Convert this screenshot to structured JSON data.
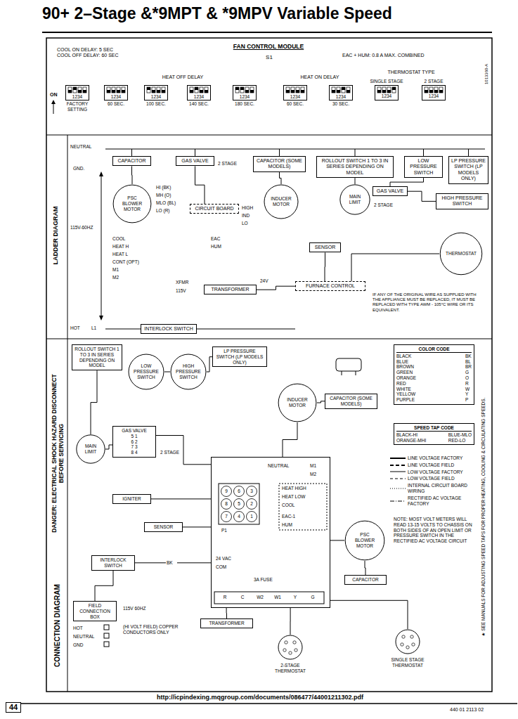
{
  "diagram": {
    "title": "90+ 2–Stage &*9MPT & *9MPV Variable Speed",
    "caption": "http://icpindexing.mqgroup.com/documents/086477/44001211302.pdf",
    "nodes": [
      {
        "text": [
          "FAN CONTROL MODULE",
          "S1",
          "COOL ON DELAY: 5 SEC COOL OFF DELAY: 60 SEC",
          "EAC + HUM: 0.8 A MAX. COMBINED"
        ]
      },
      {
        "text": [
          "1234",
          "FACTORY SETTING"
        ],
        "in": 0
      },
      {
        "text": [
          "1234",
          "60 SEC."
        ],
        "in": 0
      },
      {
        "text": [
          "1234",
          "100 SEC."
        ],
        "in": 0
      },
      {
        "text": [
          "1234",
          "140 SEC."
        ],
        "in": 0
      },
      {
        "text": [
          "1234",
          "180 SEC."
        ],
        "in": 0
      },
      {
        "text": [
          "1234",
          "60 SEC."
        ],
        "in": 0
      },
      {
        "text": [
          "1234",
          "30 SEC."
        ],
        "in": 0
      },
      {
        "text": [
          "SINGLE STAGE",
          "1234"
        ],
        "in": 0
      },
      {
        "text": [
          "2 STAGE",
          "1234"
        ],
        "in": 0
      },
      {
        "text": [
          "CAPACITOR"
        ]
      },
      {
        "text": [
          "GAS VALVE"
        ]
      },
      {
        "text": [
          "CAPACITOR (SOME MODELS)"
        ]
      },
      {
        "text": [
          "ROLLOUT SWITCH 1 TO 3 IN SERIES DEPENDING ON MODEL"
        ]
      },
      {
        "text": [
          "LOW PRESSURE SWITCH"
        ]
      },
      {
        "text": [
          "LP PRESSURE SWITCH (LP MODELS ONLY)"
        ]
      },
      {
        "text": [
          "PSC BLOWER MOTOR"
        ]
      },
      {
        "text": [
          "CIRCUIT BOARD"
        ]
      },
      {
        "text": [
          "INDUCER MOTOR"
        ]
      },
      {
        "text": [
          "MAIN LIMIT"
        ]
      },
      {
        "text": [
          "GAS VALVE"
        ]
      },
      {
        "text": [
          "HIGH PRESSURE SWITCH"
        ]
      },
      {
        "text": [
          "SENSOR"
        ]
      },
      {
        "text": [
          "THERMOSTAT"
        ]
      },
      {
        "text": [
          "TRANSFORMER"
        ]
      },
      {
        "text": [
          "FURNACE CONTROL"
        ]
      },
      {
        "text": [
          "INTERLOCK SWITCH"
        ]
      },
      {
        "text": [
          "ROLLOUT SWITCH 1 TO 3 IN SERIES DEPENDING ON MODEL"
        ]
      },
      {
        "text": [
          "LOW PRESSURE SWITCH"
        ]
      },
      {
        "text": [
          "HIGH PRESSURE SWITCH"
        ]
      },
      {
        "text": [
          "LP PRESSURE SWITCH (LP MODELS ONLY)"
        ]
      },
      {
        "text": [
          "INDUCER MOTOR"
        ]
      },
      {
        "text": [
          "CAPACITOR (SOME MODELS)"
        ]
      },
      {
        "text": [
          "COLOR CODE",
          "BLACK",
          "BK",
          "BLUE",
          "BL",
          "BROWN",
          "BR",
          "GREEN",
          "G",
          "ORANGE",
          "O",
          "RED",
          "R",
          "WHITE",
          "W",
          "YELLOW",
          "Y",
          "PURPLE",
          "P"
        ]
      },
      {
        "text": [
          "MAIN LIMIT"
        ]
      },
      {
        "text": [
          "GAS VALVE",
          "5 1",
          "6 2",
          "7 3",
          "8 4"
        ]
      },
      {
        "text": [
          "P1",
          "9",
          "6",
          "3",
          "8",
          "5",
          "2",
          "7",
          "4",
          "1",
          "NEUTRAL",
          "M1",
          "M2",
          "HEAT HIGH",
          "HEAT LOW",
          "COOL",
          "EAC-1",
          "HUM",
          "3A FUSE",
          "24 VAC",
          "COM",
          "R",
          "C",
          "W2",
          "W1",
          "Y",
          "G"
        ]
      },
      {
        "text": [
          "SPEED TAP CODE",
          "BLACK-HI",
          "BLUE-MLO",
          "ORANGE-MHI",
          "RED-LO"
        ]
      },
      {
        "text": [
          "IGNITER"
        ]
      },
      {
        "text": [
          "SENSOR"
        ]
      },
      {
        "text": [
          "PSC BLOWER MOTOR"
        ]
      },
      {
        "text": [
          "INTERLOCK SWITCH"
        ]
      },
      {
        "text": [
          "CAPACITOR"
        ]
      },
      {
        "text": [
          "FIELD CONNECTION BOX"
        ]
      },
      {
        "text": [
          "TRANSFORMER"
        ]
      },
      {
        "text": [
          "2-STAGE THERMOSTAT"
        ]
      },
      {
        "text": [
          "SINGLE STAGE THERMOSTAT"
        ]
      }
    ],
    "edges": [
      {
        "from": 10,
        "to": 16,
        "arrow": "none"
      },
      {
        "from": 11,
        "to": 17,
        "arrow": "none"
      },
      {
        "from": 18,
        "to": 12,
        "arrow": "none"
      },
      {
        "from": 13,
        "to": 19,
        "arrow": "none"
      },
      {
        "from": 14,
        "to": 20,
        "arrow": "none"
      },
      {
        "from": 20,
        "to": 21,
        "arrow": "none"
      },
      {
        "from": 24,
        "to": 25,
        "arrow": "none"
      },
      {
        "from": 25,
        "to": 23,
        "arrow": "none"
      },
      {
        "from": 22,
        "to": 25,
        "arrow": "none"
      },
      {
        "from": 43,
        "to": 41,
        "arrow": "none"
      },
      {
        "from": 41,
        "to": 36,
        "arrow": "none"
      },
      {
        "from": 44,
        "to": 36,
        "arrow": "none"
      },
      {
        "from": 36,
        "to": 45,
        "arrow": "none"
      },
      {
        "from": 36,
        "to": 46,
        "arrow": "none"
      },
      {
        "from": 36,
        "to": 40,
        "arrow": "none"
      },
      {
        "from": 40,
        "to": 42,
        "arrow": "none"
      },
      {
        "from": 36,
        "to": 31,
        "arrow": "none"
      },
      {
        "from": 31,
        "to": 32,
        "arrow": "none"
      },
      {
        "from": 35,
        "to": 36,
        "arrow": "none"
      },
      {
        "from": 34,
        "to": 27,
        "arrow": "none"
      },
      {
        "from": 34,
        "to": 35,
        "arrow": "none"
      },
      {
        "from": 28,
        "to": 29,
        "arrow": "none"
      },
      {
        "from": 29,
        "to": 30,
        "arrow": "none"
      },
      {
        "from": 38,
        "to": 36,
        "arrow": "none"
      },
      {
        "from": 39,
        "to": 36,
        "arrow": "none"
      }
    ],
    "labels": [
      "ON",
      "HEAT OFF DELAY",
      "HEAT ON DELAY",
      "THERMOSTAT TYPE",
      "1013360-A",
      "LADDER DIAGRAM",
      "NEUTRAL",
      "GND.",
      "115V-60HZ",
      "HOT",
      "L1",
      "HI (BK)",
      "MH (O)",
      "MLO (BL)",
      "LO (R)",
      "COOL",
      "HEAT H",
      "HEAT L",
      "CONT (OPT)",
      "M1",
      "M2",
      "2 STAGE",
      "HIGH",
      "IND",
      "LO",
      "EAC",
      "HUM",
      "XFMR",
      "115V",
      "24V",
      "2 STAGE",
      "IF ANY OF THE ORIGINAL WIRE AS SUPPLIED WITH THE APPLIANCE MUST BE REPLACED, IT MUST BE REPLACED WITH TYPE AWM - 105°C WIRE OR ITS EQUIVALENT.",
      "DANGER: ELECTRICAL SHOCK HAZARD DISCONNECT BEFORE SERVICING",
      "CONNECTION DIAGRAM",
      "2 STAGE",
      "HOT",
      "NEUTRAL",
      "GND",
      "115V 60HZ",
      "(HI VOLT FIELD) COPPER CONDUCTORS ONLY",
      "BK",
      "NOTE: MOST VOLT METERS WILL READ 13-15 VOLTS TO CHASSIS ON BOTH SIDES OF AN OPEN LIMIT OR PRESSURE SWITCH IN THE RECTIFIED AC VOLTAGE CIRCUIT",
      "★ SEE MANUALS FOR ADJUSTING SPEED TAPS FOR PROPER HEATING, COOLING & CIRCULATING SPEEDS.",
      "44",
      "440 01 2113 02"
    ],
    "legend": [
      {
        "text": "LINE VOLTAGE FACTORY"
      },
      {
        "text": "LINE VOLTAGE FIELD"
      },
      {
        "text": "LOW VOLTAGE FACTORY"
      },
      {
        "text": "LOW VOLTAGE FIELD"
      },
      {
        "text": "INTERNAL CIRCUIT BOARD WIRING"
      },
      {
        "text": "RECTIFIED AC VOLTAGE FACTORY"
      }
    ]
  }
}
